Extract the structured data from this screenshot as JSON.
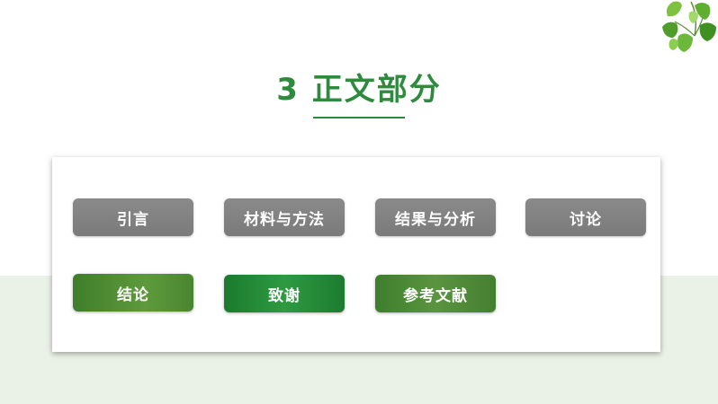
{
  "slide": {
    "title": "3 正文部分",
    "buttons": [
      {
        "label": "引言"
      },
      {
        "label": "材料与方法"
      },
      {
        "label": "结果与分析"
      },
      {
        "label": "讨论"
      },
      {
        "label": "结论"
      },
      {
        "label": "致谢"
      },
      {
        "label": "参考文献"
      }
    ]
  },
  "colors": {
    "accent_green": "#2e8b3e",
    "button_gray": "#808080",
    "button_green": "#3f7e2a",
    "band_background": "#eaf1e7"
  },
  "icons": {
    "corner_decoration": "ginkgo-leaves-icon"
  }
}
